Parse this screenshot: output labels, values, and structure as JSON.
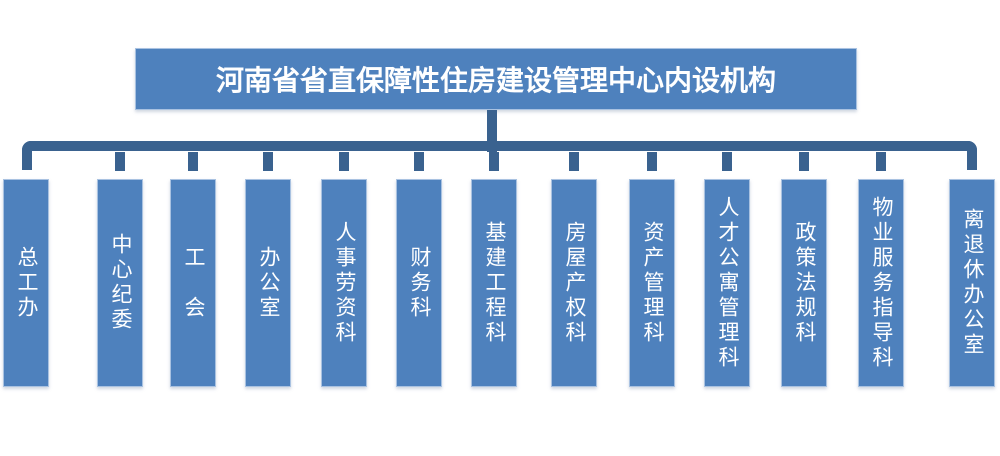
{
  "title": {
    "text": "河南省省直保障性住房建设管理中心内设机构"
  },
  "departments": [
    {
      "label": "总工办"
    },
    {
      "label": "中心纪委"
    },
    {
      "label": "工　会"
    },
    {
      "label": "办公室"
    },
    {
      "label": "人事劳资科"
    },
    {
      "label": "财务科"
    },
    {
      "label": "基建工程科"
    },
    {
      "label": "房屋产权科"
    },
    {
      "label": "资产管理科"
    },
    {
      "label": "人才公寓管理科"
    },
    {
      "label": "政策法规科"
    },
    {
      "label": "物业服务指导科"
    },
    {
      "label": "离退休办公室"
    }
  ],
  "colors": {
    "box_fill": "#4E81BD",
    "connector": "#3A628F",
    "box_border": "#A9C2E1",
    "text_color": "#FFFFFF",
    "bg": "#FFFFFF"
  }
}
